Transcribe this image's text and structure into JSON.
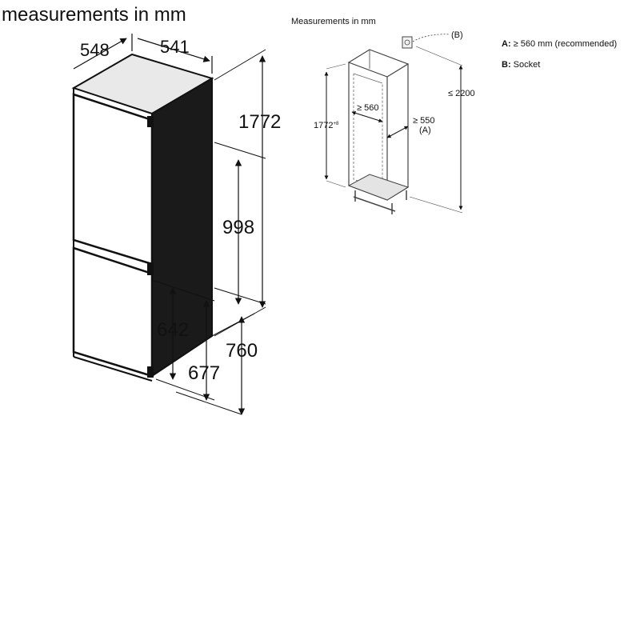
{
  "fridge": {
    "title": "measurements in mm",
    "depth": "548",
    "width": "541",
    "height": "1772",
    "upper": "998",
    "lower": "642",
    "lower2": "677",
    "door": "760"
  },
  "niche": {
    "title": "Measurements in mm",
    "height": "1772",
    "height_tol": "+8",
    "width": "≥ 560",
    "depth": "≥ 550",
    "depth_ref": "(A)",
    "max_height": "≤ 2200",
    "socket_ref": "(B)"
  },
  "legend": [
    {
      "key": "A:",
      "text": " ≥ 560 mm (recommended)"
    },
    {
      "key": "B:",
      "text": " Socket"
    }
  ]
}
